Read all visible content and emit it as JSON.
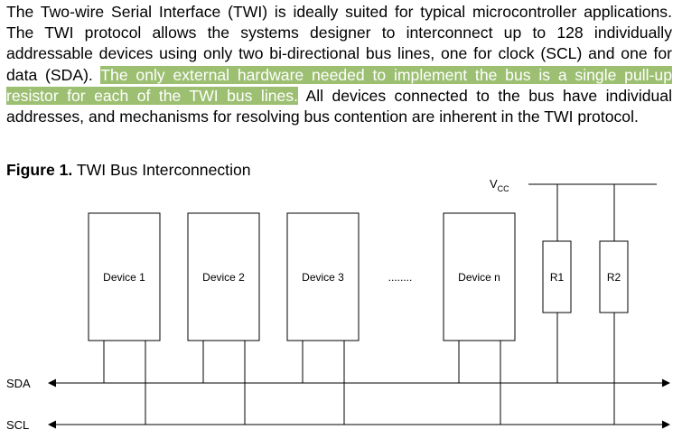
{
  "paragraph": {
    "before": "The Two-wire Serial Interface (TWI) is ideally suited for typical microcontroller applications. The TWI protocol allows the systems designer to interconnect up to 128 individually addressable devices using only two bi-directional bus lines, one for clock (SCL) and one for data (SDA). ",
    "highlighted": "The only external hardware needed to implement the bus is a single pull-up resistor for each of the TWI bus lines.",
    "after": " All devices connected to the bus have individual addresses, and mechanisms for resolving bus contention are inherent in the TWI protocol."
  },
  "figure": {
    "label": "Figure 1.",
    "caption": "TWI Bus Interconnection",
    "vcc_main": "V",
    "vcc_sub": "CC",
    "devices": [
      "Device 1",
      "Device 2",
      "Device 3",
      "Device n"
    ],
    "ellipsis": "........",
    "resistors": [
      "R1",
      "R2"
    ],
    "bus_labels": {
      "sda": "SDA",
      "scl": "SCL"
    }
  },
  "colors": {
    "highlight": "#9cbf72"
  }
}
